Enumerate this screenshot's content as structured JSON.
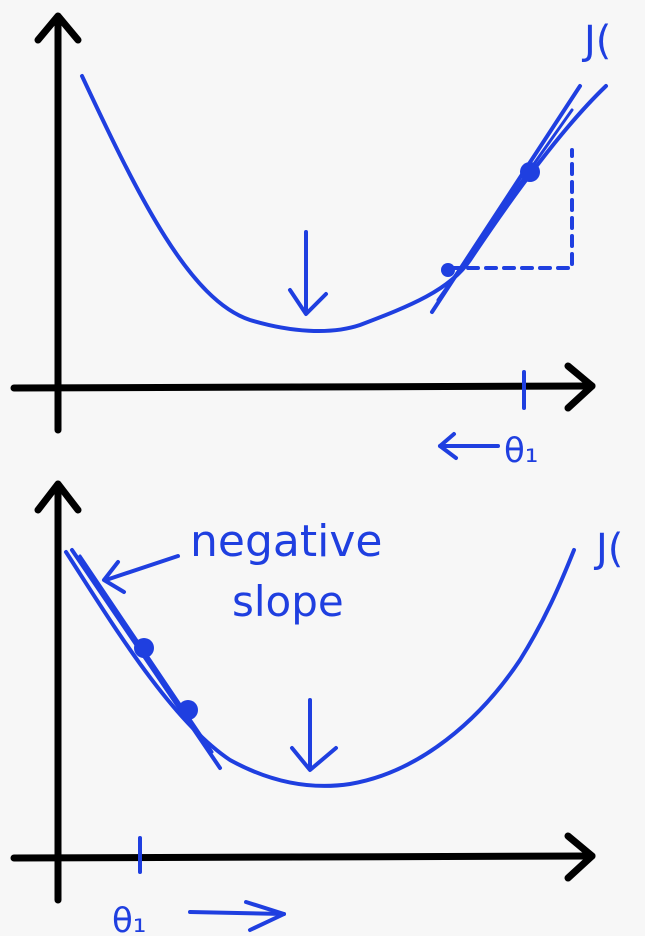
{
  "colors": {
    "background": "#f7f7f7",
    "axis": "#000000",
    "ink": "#1f3fe0"
  },
  "top_panel": {
    "cost_label": "J(",
    "theta_label": "θ₁",
    "direction_arrow": "left-arrow"
  },
  "bottom_panel": {
    "cost_label": "J(",
    "theta_label": "θ₁",
    "direction_arrow": "right-arrow",
    "note_line1": "negative",
    "note_line2": "slope"
  }
}
